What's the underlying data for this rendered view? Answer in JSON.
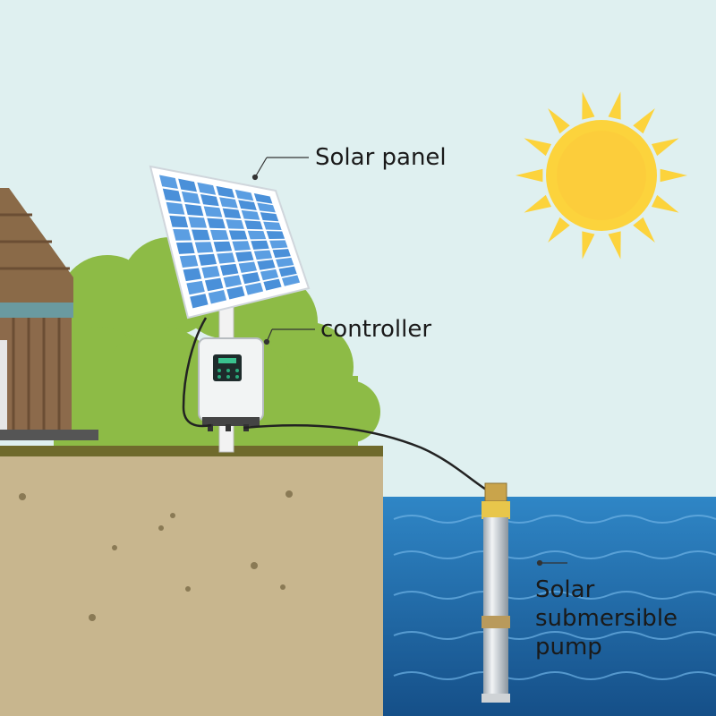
{
  "labels": {
    "solar_panel": "Solar panel",
    "controller": "controller",
    "pump_line1": "Solar",
    "pump_line2": "submersible",
    "pump_line3": "pump"
  },
  "colors": {
    "sky": "#dff0f0",
    "sun": "#fcd33c",
    "sun_core": "#fbd24a",
    "bush": "#8dbb46",
    "ground": "#c8b68e",
    "grass": "#6f6a2c",
    "water": "#1f6aa8",
    "panel_cell": "#4a90d9",
    "house_wood": "#8c6a4b",
    "house_roof": "#7a5a3c"
  },
  "icons": {
    "sun": "sun-icon",
    "solar_panel": "solar-panel-icon",
    "controller": "controller-icon",
    "pump": "submersible-pump-icon",
    "house": "house-icon"
  }
}
